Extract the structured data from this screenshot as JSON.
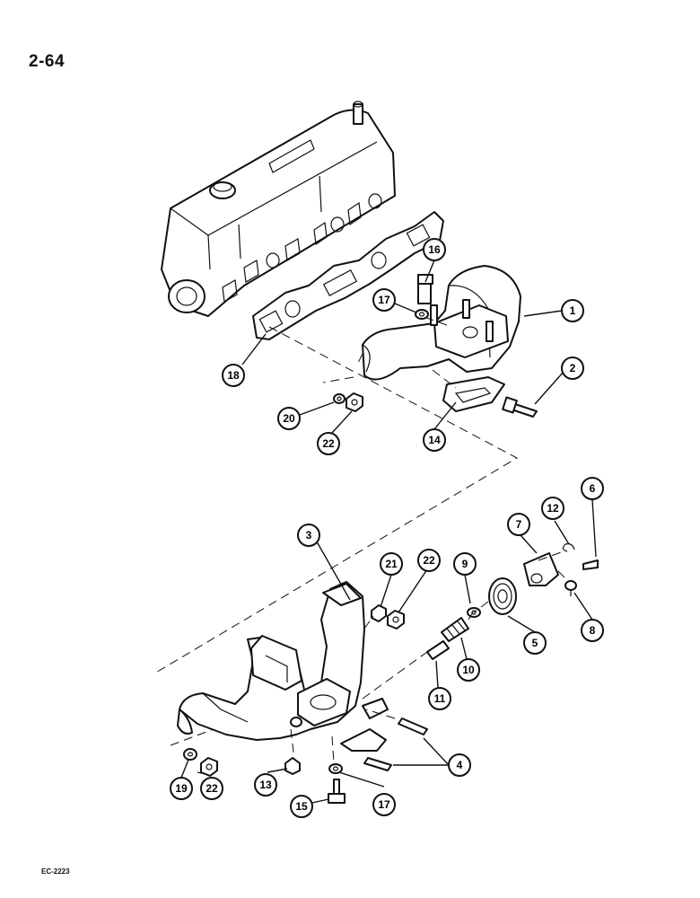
{
  "page_number": "2-64",
  "figure_code": "EC-2223",
  "callouts": [
    {
      "id": "c1",
      "label": "1"
    },
    {
      "id": "c2",
      "label": "2"
    },
    {
      "id": "c3",
      "label": "3"
    },
    {
      "id": "c4",
      "label": "4"
    },
    {
      "id": "c5",
      "label": "5"
    },
    {
      "id": "c6",
      "label": "6"
    },
    {
      "id": "c7",
      "label": "7"
    },
    {
      "id": "c8",
      "label": "8"
    },
    {
      "id": "c9",
      "label": "9"
    },
    {
      "id": "c10",
      "label": "10"
    },
    {
      "id": "c11",
      "label": "11"
    },
    {
      "id": "c12",
      "label": "12"
    },
    {
      "id": "c13",
      "label": "13"
    },
    {
      "id": "c14",
      "label": "14"
    },
    {
      "id": "c15",
      "label": "15"
    },
    {
      "id": "c16",
      "label": "16"
    },
    {
      "id": "c17a",
      "label": "17"
    },
    {
      "id": "c17b",
      "label": "17"
    },
    {
      "id": "c18",
      "label": "18"
    },
    {
      "id": "c19",
      "label": "19"
    },
    {
      "id": "c20",
      "label": "20"
    },
    {
      "id": "c21",
      "label": "21"
    },
    {
      "id": "c22a",
      "label": "22"
    },
    {
      "id": "c22b",
      "label": "22"
    },
    {
      "id": "c22c",
      "label": "22"
    }
  ]
}
